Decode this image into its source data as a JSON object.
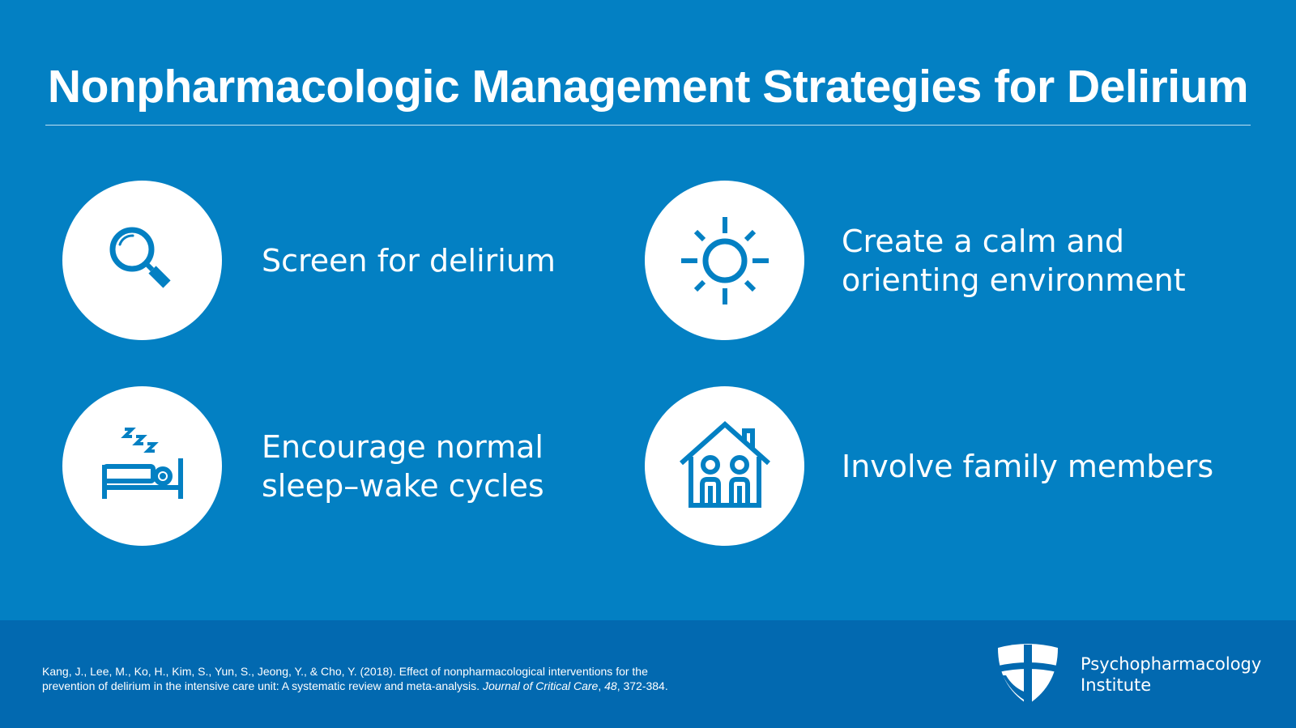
{
  "title": "Nonpharmacologic Management Strategies for Delirium",
  "colors": {
    "background": "#0380c3",
    "footer": "#0269b0",
    "icon": "#0380c3",
    "text": "#ffffff"
  },
  "items": [
    {
      "icon": "magnifying-glass-icon",
      "label": "Screen for delirium"
    },
    {
      "icon": "sun-icon",
      "label": "Create a calm and\norienting environment"
    },
    {
      "icon": "sleeping-bed-icon",
      "label": "Encourage normal\nsleep–wake cycles"
    },
    {
      "icon": "house-family-icon",
      "label": "Involve family members"
    }
  ],
  "citation": {
    "text_line_1": "Kang, J., Lee, M., Ko, H., Kim, S., Yun, S., Jeong, Y., & Cho, Y. (2018). Effect of nonpharmacological interventions for the",
    "text_line_2": "prevention of delirium in the intensive care unit: A systematic review and meta-analysis.",
    "journal": "Journal of Critical Care",
    "sep_1": ", ",
    "volume": "48",
    "pages": ", 372-384."
  },
  "logo": {
    "icon": "shield-cross-logo-icon",
    "line_1": "Psychopharmacology",
    "line_2": "Institute"
  }
}
